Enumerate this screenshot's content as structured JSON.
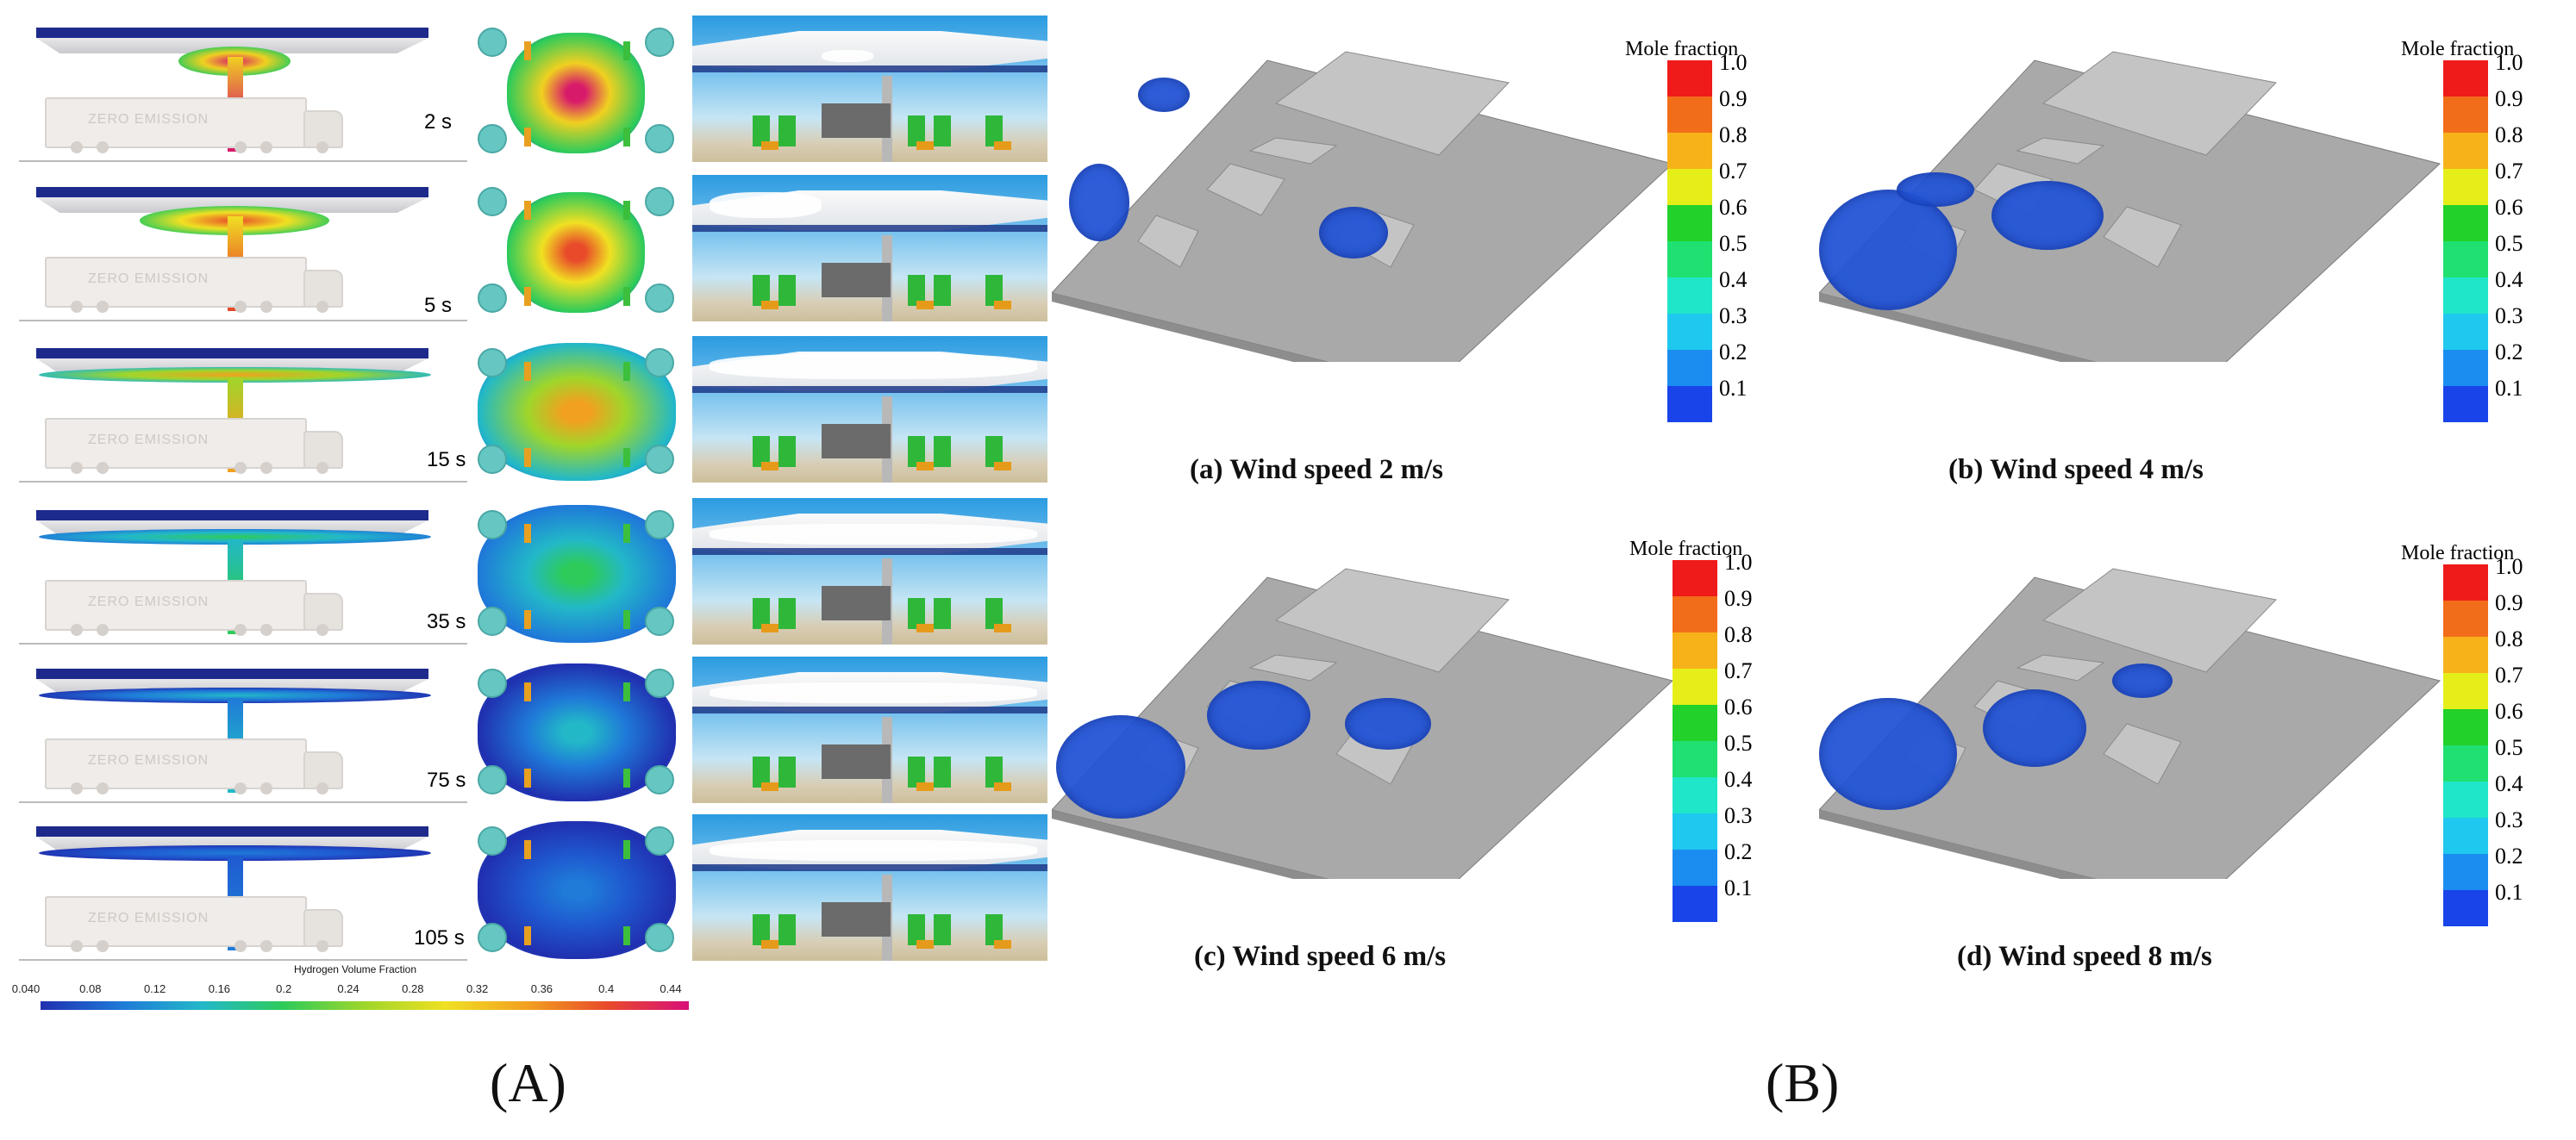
{
  "panelA": {
    "label": "(A)",
    "rows": [
      {
        "time": "2 s"
      },
      {
        "time": "5 s"
      },
      {
        "time": "15 s"
      },
      {
        "time": "35 s"
      },
      {
        "time": "75 s"
      },
      {
        "time": "105 s"
      }
    ],
    "truck_text": "ZERO EMISSION",
    "colorbar": {
      "title": "Hydrogen Volume Fraction",
      "ticks": [
        "0.040",
        "0.08",
        "0.12",
        "0.16",
        "0.2",
        "0.24",
        "0.28",
        "0.32",
        "0.36",
        "0.4",
        "0.44"
      ]
    }
  },
  "panelB": {
    "label": "(B)",
    "legend_title": "Mole fraction",
    "legend_values": [
      "1.0",
      "0.9",
      "0.8",
      "0.7",
      "0.6",
      "0.5",
      "0.4",
      "0.3",
      "0.2",
      "0.1"
    ],
    "legend_colors": [
      "#ef1b1b",
      "#f26d1a",
      "#f7b21a",
      "#e6ee1a",
      "#22d12a",
      "#1fe070",
      "#1fe6c8",
      "#1ec8ee",
      "#1b8df0",
      "#1844ea"
    ],
    "subplots": [
      {
        "caption": "(a) Wind speed 2 m/s"
      },
      {
        "caption": "(b) Wind speed 4 m/s"
      },
      {
        "caption": "(c) Wind speed 6 m/s"
      },
      {
        "caption": "(d) Wind speed 8 m/s"
      }
    ]
  }
}
